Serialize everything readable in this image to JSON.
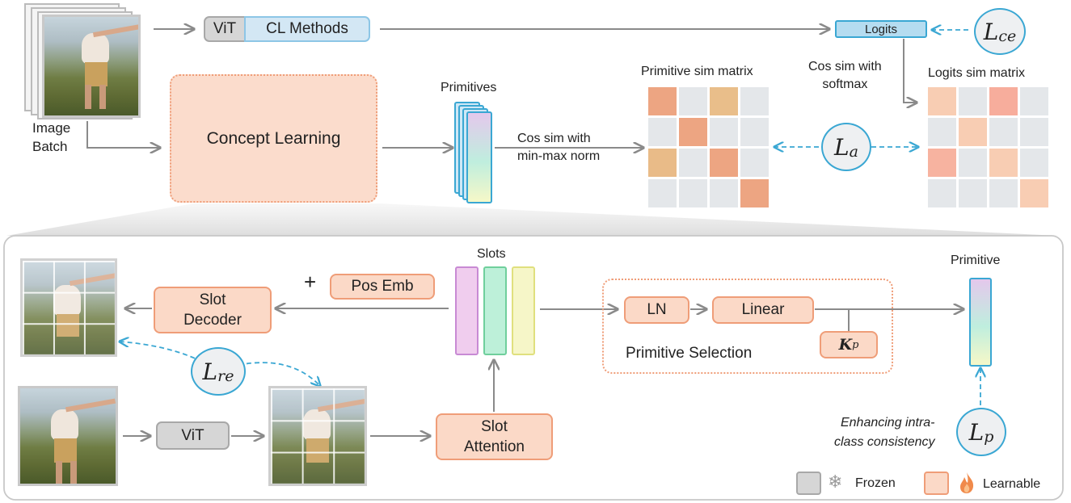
{
  "top": {
    "image_batch_label_line1": "Image",
    "image_batch_label_line2": "Batch",
    "vit": "ViT",
    "cl_methods": "CL  Methods",
    "logits": "Logits",
    "loss_ce_main": "L",
    "loss_ce_sub": "ce",
    "cos_softmax_line1": "Cos sim with",
    "cos_softmax_line2": "softmax",
    "logits_sim_matrix": "Logits sim matrix",
    "concept_learning": "Concept Learning",
    "primitives": "Primitives",
    "cos_minmax_line1": "Cos sim with",
    "cos_minmax_line2": "min-max norm",
    "primitive_sim_matrix": "Primitive sim matrix",
    "loss_a_main": "L",
    "loss_a_sub": "a"
  },
  "bottom": {
    "slots": "Slots",
    "plus": "+",
    "pos_emb": "Pos Emb",
    "slot_decoder_line1": "Slot",
    "slot_decoder_line2": "Decoder",
    "loss_re_main": "L",
    "loss_re_sub": "re",
    "vit": "ViT",
    "slot_attention_line1": "Slot",
    "slot_attention_line2": "Attention",
    "ln": "LN",
    "linear": "Linear",
    "kp_main": "K",
    "kp_sup": "p",
    "primitive_selection": "Primitive Selection",
    "primitive": "Primitive",
    "enhancing_line1": "Enhancing intra-",
    "enhancing_line2": "class consistency",
    "loss_p_main": "L",
    "loss_p_sub": "p",
    "legend_frozen": "Frozen",
    "legend_learnable": "Learnable"
  },
  "colors": {
    "learnable_fill": "#fbd9c7",
    "learnable_border": "#ef9d78",
    "frozen_fill": "#d6d6d6",
    "loss_border": "#3aa7d3",
    "arrow": "#8a8a8a",
    "dashed_arrow": "#3aa7d3"
  },
  "primitive_matrix": [
    [
      "#eda582",
      "#e4e7ea",
      "#e9be8a",
      "#e4e7ea"
    ],
    [
      "#e4e7ea",
      "#eda582",
      "#e4e7ea",
      "#e4e7ea"
    ],
    [
      "#e9bb88",
      "#e4e7ea",
      "#eda582",
      "#e4e7ea"
    ],
    [
      "#e4e7ea",
      "#e4e7ea",
      "#e4e7ea",
      "#eda582"
    ]
  ],
  "logits_matrix": [
    [
      "#f8cdb3",
      "#e4e7ea",
      "#f7ad9c",
      "#e4e7ea"
    ],
    [
      "#e4e7ea",
      "#f8cdb3",
      "#e4e7ea",
      "#e4e7ea"
    ],
    [
      "#f7b3a0",
      "#e4e7ea",
      "#f8cdb3",
      "#e4e7ea"
    ],
    [
      "#e4e7ea",
      "#e4e7ea",
      "#e4e7ea",
      "#f8cdb3"
    ]
  ]
}
